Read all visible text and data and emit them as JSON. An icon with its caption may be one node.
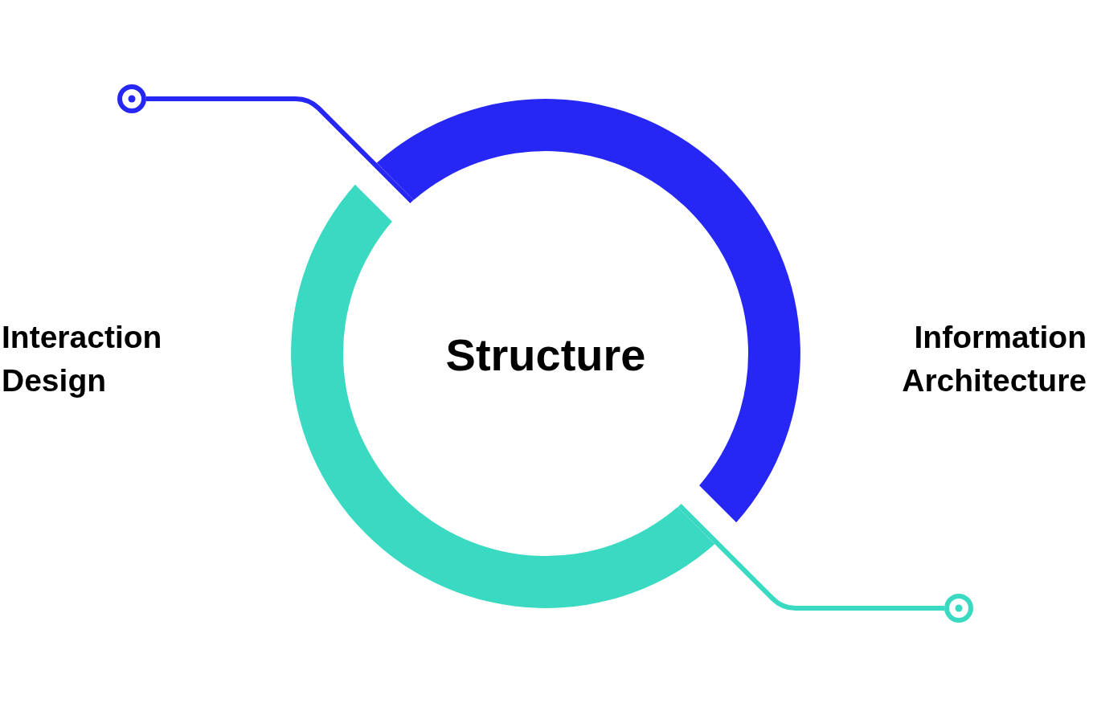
{
  "diagram": {
    "nodes": [
      {
        "text": [],
        "shape": "circle"
      },
      {
        "text": [],
        "shape": "arc"
      },
      {
        "text": [],
        "shape": "arc"
      },
      {
        "text": [],
        "shape": "circle"
      }
    ],
    "edges": [
      {
        "from": 0,
        "to": 1,
        "arrow": "none",
        "color": "#2727f5"
      },
      {
        "from": 3,
        "to": 2,
        "arrow": "none",
        "color": "#3ad9c1"
      }
    ],
    "labels": [
      "Interaction Design",
      "Structure",
      "Information Architecture"
    ]
  }
}
